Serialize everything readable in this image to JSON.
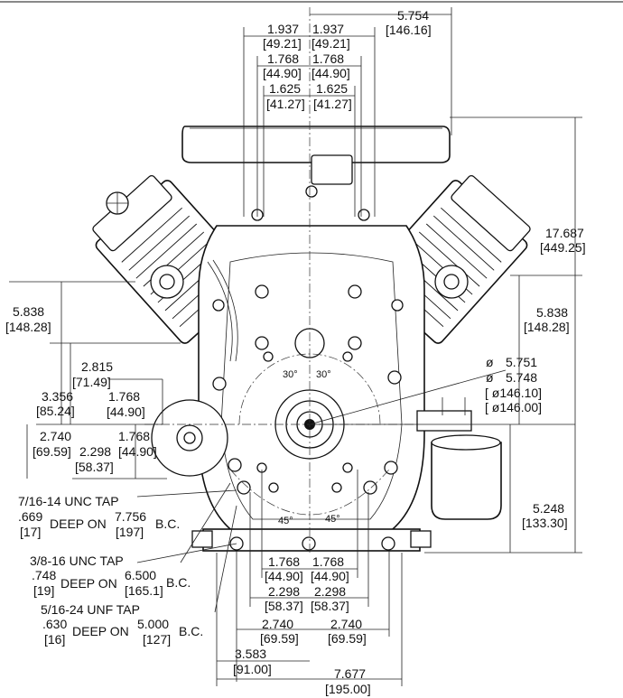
{
  "top": {
    "d1": {
      "in": "1.937",
      "mm": "[49.21]"
    },
    "d2": {
      "in": "1.768",
      "mm": "[44.90]"
    },
    "d3": {
      "in": "1.625",
      "mm": "[41.27]"
    },
    "overall": {
      "in": "5.754",
      "mm": "[146.16]"
    }
  },
  "right": {
    "height": {
      "in": "17.687",
      "mm": "[449.25]"
    },
    "valve_height": {
      "in": "5.838",
      "mm": "[148.28]"
    },
    "dia_prefix": "ø",
    "dia_max": "5.751",
    "dia_min": "5.748",
    "dia_max_mm": "[ ø146.10]",
    "dia_min_mm": "[ ø146.00]",
    "base_height": {
      "in": "5.248",
      "mm": "[133.30]"
    }
  },
  "left": {
    "valve_height": {
      "in": "5.838",
      "mm": "[148.28]"
    },
    "d2815": {
      "in": "2.815",
      "mm": "[71.49]"
    },
    "d3356": {
      "in": "3.356",
      "mm": "[85.24]"
    },
    "d1768a": {
      "in": "1.768",
      "mm": "[44.90]"
    },
    "d1768b": {
      "in": "1.768",
      "mm": "[44.90]"
    },
    "d2740": {
      "in": "2.740",
      "mm": "[69.59]"
    },
    "d2298": {
      "in": "2.298",
      "mm": "[58.37]"
    }
  },
  "notes": [
    {
      "tap": "7/16-14 UNC TAP",
      "depth": ".669",
      "depth_mm": "[17]",
      "deep_on": "DEEP ON",
      "bc": "7.756",
      "bc_mm": "[197]",
      "bc_label": "B.C."
    },
    {
      "tap": "3/8-16 UNC TAP",
      "depth": ".748",
      "depth_mm": "[19]",
      "deep_on": "DEEP ON",
      "bc": "6.500",
      "bc_mm": "[165.1]",
      "bc_label": "B.C."
    },
    {
      "tap": "5/16-24 UNF TAP",
      "depth": ".630",
      "depth_mm": "[16]",
      "deep_on": "DEEP ON",
      "bc": "5.000",
      "bc_mm": "[127]",
      "bc_label": "B.C."
    }
  ],
  "bottom": {
    "b1768": {
      "in": "1.768",
      "mm": "[44.90]"
    },
    "b2298": {
      "in": "2.298",
      "mm": "[58.37]"
    },
    "b2740": {
      "in": "2.740",
      "mm": "[69.59]"
    },
    "b3583": {
      "in": "3.583",
      "mm": "[91.00]"
    },
    "b7677": {
      "in": "7.677",
      "mm": "[195.00]"
    }
  },
  "angles": {
    "a30": "30°",
    "a45": "45°"
  }
}
